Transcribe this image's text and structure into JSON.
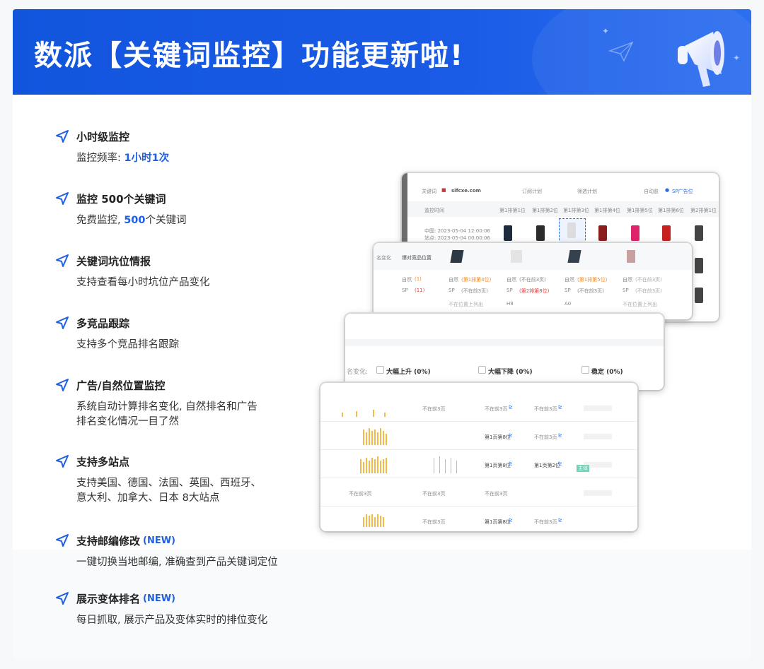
{
  "banner": {
    "title": "数派【关键词监控】功能更新啦!"
  },
  "features": [
    {
      "title": "小时级监控",
      "desc_prefix": "监控频率: ",
      "desc_highlight": "1小时1次",
      "desc_suffix": ""
    },
    {
      "title": "监控 500个关键词",
      "desc_prefix": "免费监控, ",
      "desc_highlight": "500",
      "desc_suffix": "个关键词"
    },
    {
      "title": "关键词坑位情报",
      "desc": "支持查看每小时坑位产品变化"
    },
    {
      "title": "多竞品跟踪",
      "desc": "支持多个竞品排名跟踪"
    },
    {
      "title": "广告/自然位置监控",
      "desc_line1": "系统自动计算排名变化, 自然排名和广告",
      "desc_line2": "排名变化情况一目了然"
    },
    {
      "title": "支持多站点",
      "desc_line1": "支持美国、德国、法国、英国、西班牙、",
      "desc_line2": "意大利、加拿大、日本 8大站点"
    },
    {
      "title": "支持邮编修改",
      "badge": "(NEW)",
      "desc": "一键切换当地邮编, 准确查到产品关键词定位"
    },
    {
      "title": "展示变体排名",
      "badge": "(NEW)",
      "desc": "每日抓取, 展示产品及变体实时的排位变化"
    }
  ],
  "screens": {
    "s1": {
      "keyword_label": "关键词",
      "site": "sifcxe.com",
      "btn_left": "订阅计划",
      "btn_mid": "筛选计划",
      "setting": "自动监",
      "ad_label": "SP广告位",
      "col_time": "监控时间",
      "cols": [
        "第1排第1位",
        "第1排第2位",
        "第1排第3位",
        "第1排第4位",
        "第1排第5位",
        "第1排第6位",
        "第2排第1位"
      ],
      "row_time1": "中国: 2023-05-04 12:00:06",
      "row_time2": "站点: 2023-05-04 00:00:06"
    },
    "s2": {
      "col_change": "名变化",
      "col_pos": "爆对竞品位置",
      "cells": [
        {
          "label": "自然",
          "val": "(1)",
          "sp": "SP",
          "spval": "(11)"
        },
        {
          "label": "自然",
          "val": "(第1排第4位)",
          "sp": "SP",
          "spval": "(不在前3页)",
          "extra": "不在位置上列出"
        },
        {
          "label": "自然",
          "val": "(不在前3页)",
          "sp": "SP",
          "spval": "(第2排第8位)",
          "extra": "H8"
        },
        {
          "label": "自然",
          "val": "(第1排第5位)",
          "sp": "SP",
          "spval": "(不在前3页)",
          "extra": "A0"
        },
        {
          "label": "自然",
          "val": "(不在前3页)",
          "sp": "SP",
          "spval": "(不在前3页)",
          "extra": "不在位置上列出"
        }
      ]
    },
    "s3": {
      "prefix": "名变化:",
      "up": "大幅上升 (0%)",
      "down": "大幅下降 (0%)",
      "stable": "稳定 (0%)"
    },
    "s4": {
      "rows": [
        {
          "a": "不在前3页",
          "b": "不在前3页",
          "c": "不在前3页"
        },
        {
          "a": "",
          "b": "第1页第8位",
          "c": "不在前3页"
        },
        {
          "a": "",
          "b": "第1页第8位",
          "c": "第1页第2位",
          "tag": "主体"
        },
        {
          "a": "不在前3页",
          "b": "不在前3页",
          "c": "不在前3页"
        },
        {
          "a": "不在前3页",
          "b": "第1页第8位",
          "c": "不在前3页"
        }
      ]
    }
  }
}
